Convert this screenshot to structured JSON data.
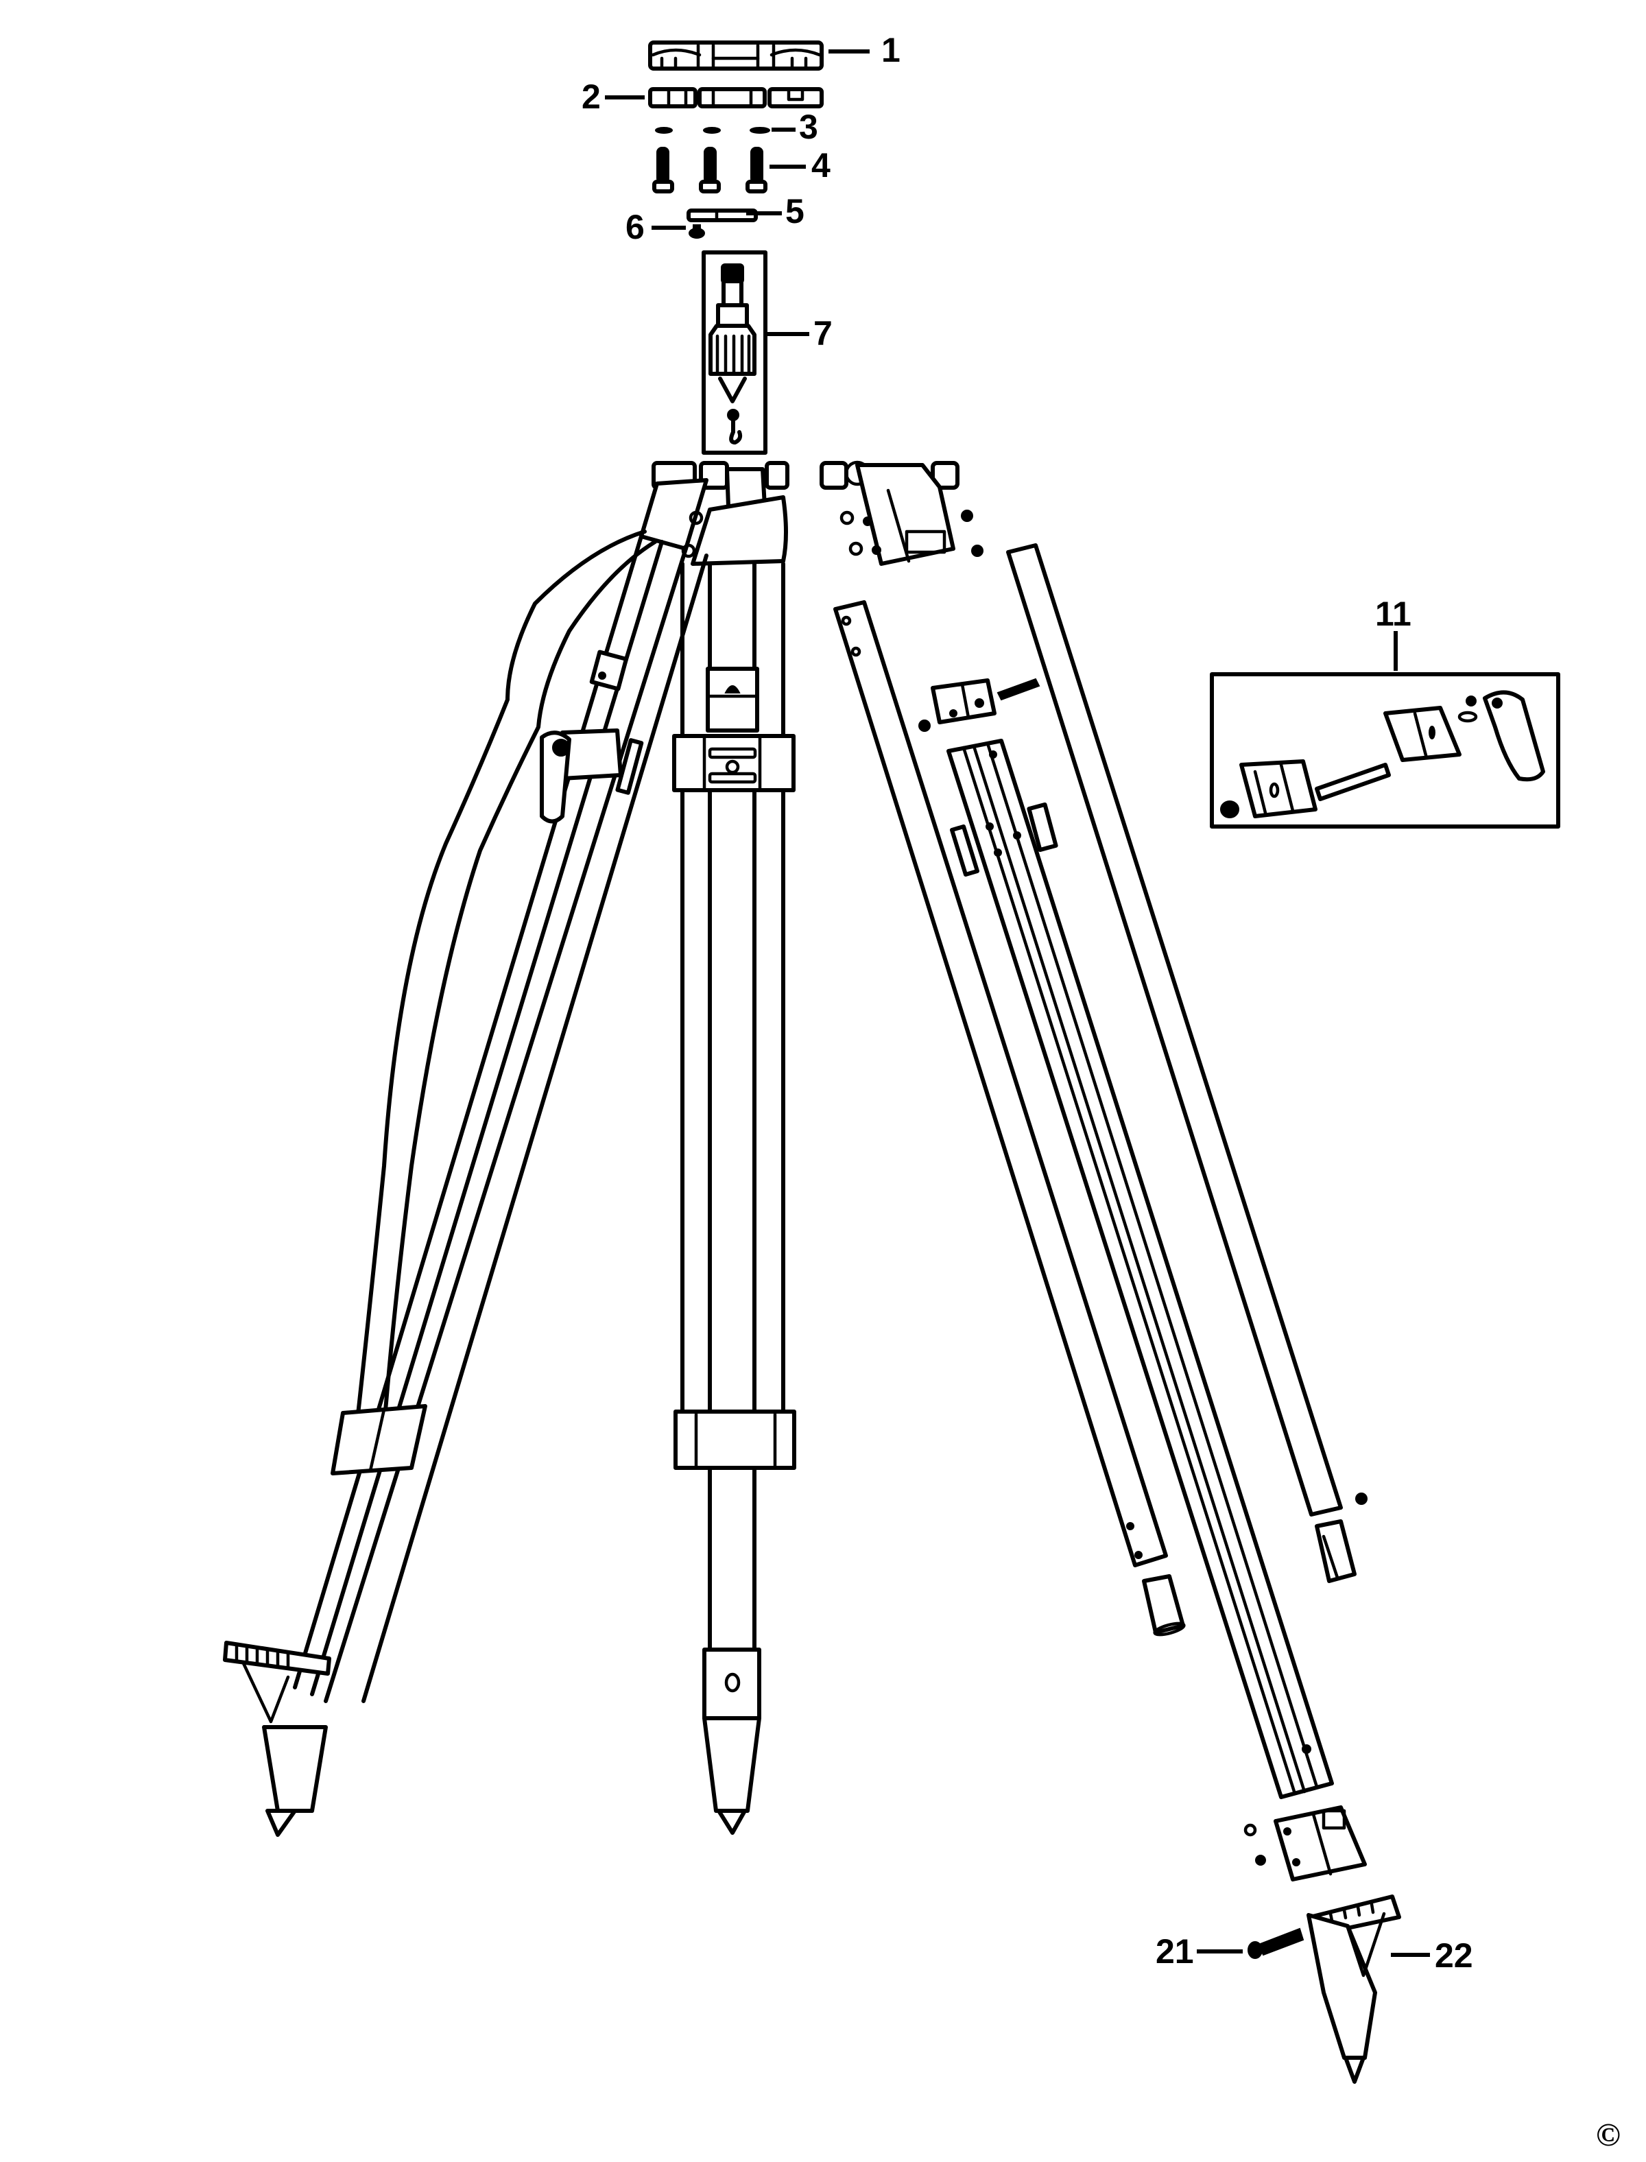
{
  "diagram": {
    "title": "Tripod exploded parts diagram",
    "colors": {
      "line": "#000000",
      "background": "#ffffff"
    },
    "callouts": [
      {
        "id": "1",
        "label": "1",
        "part": "head-plate"
      },
      {
        "id": "2",
        "label": "2",
        "part": "head-plate-base"
      },
      {
        "id": "3",
        "label": "3",
        "part": "washer"
      },
      {
        "id": "4",
        "label": "4",
        "part": "bolt"
      },
      {
        "id": "5",
        "label": "5",
        "part": "plate-strip"
      },
      {
        "id": "6",
        "label": "6",
        "part": "screw"
      },
      {
        "id": "7",
        "label": "7",
        "part": "mounting-screw-assembly"
      },
      {
        "id": "11",
        "label": "11",
        "part": "leg-clamp-kit"
      },
      {
        "id": "21",
        "label": "21",
        "part": "foot-bolt"
      },
      {
        "id": "22",
        "label": "22",
        "part": "foot-spike"
      }
    ],
    "copyright_symbol": "©"
  }
}
